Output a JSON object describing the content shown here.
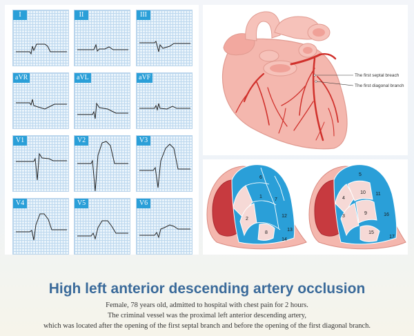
{
  "ecg": {
    "leads": [
      {
        "label": "I"
      },
      {
        "label": "II"
      },
      {
        "label": "III"
      },
      {
        "label": "aVR"
      },
      {
        "label": "aVL"
      },
      {
        "label": "aVF"
      },
      {
        "label": "V1"
      },
      {
        "label": "V2"
      },
      {
        "label": "V3"
      },
      {
        "label": "V4"
      },
      {
        "label": "V5"
      },
      {
        "label": "V6"
      }
    ]
  },
  "heart": {
    "annotation_septal": "The first septal breach",
    "annotation_diagonal": "The first diagonal branch"
  },
  "bullseye": {
    "left_segments": [
      "1",
      "2",
      "6",
      "7",
      "8",
      "12",
      "13",
      "14"
    ],
    "right_segments": [
      "3",
      "4",
      "5",
      "9",
      "10",
      "11",
      "15",
      "16",
      "17"
    ]
  },
  "colors": {
    "ischemic": "#2a9fd8",
    "normal_myocardium": "#f6d9d6",
    "artery": "#d0302b",
    "title": "#3a6a9a"
  },
  "title": "High left anterior descending artery occlusion",
  "caption": {
    "line1": "Female, 78 years old, admitted to hospital with chest pain for 2 hours.",
    "line2": "The criminal vessel was the proximal left anterior descending artery,",
    "line3": "which was located after the opening of the first septal branch and before the opening of the first diagonal branch."
  }
}
